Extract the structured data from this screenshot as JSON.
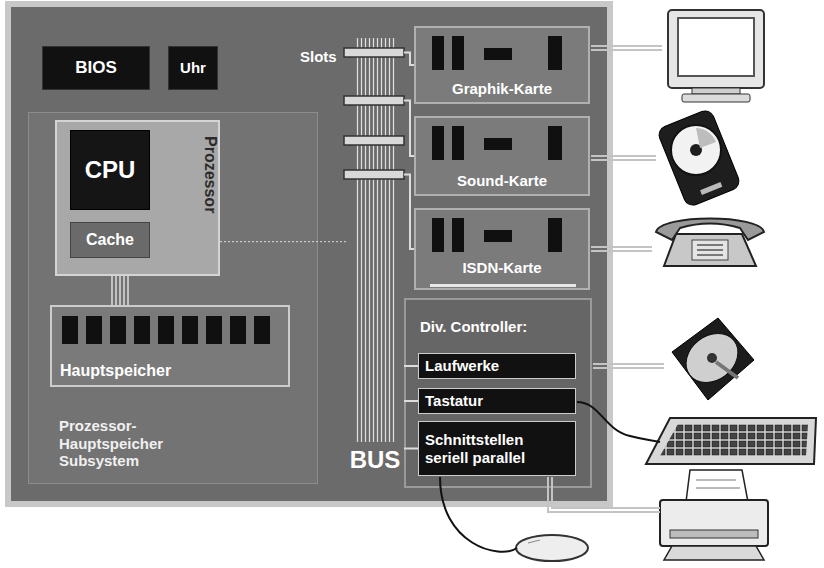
{
  "diagram": {
    "nodes": [
      {
        "text": [
          "BIOS"
        ]
      },
      {
        "text": [
          "Uhr"
        ]
      },
      {
        "text": [
          "Prozessor-Hauptspeicher Subsystem"
        ]
      },
      {
        "text": [
          "Prozessor"
        ],
        "in": 2
      },
      {
        "text": [
          "CPU"
        ],
        "in": 3
      },
      {
        "text": [
          "Cache"
        ],
        "in": 3
      },
      {
        "text": [
          "Hauptspeicher"
        ],
        "in": 2
      },
      {
        "text": [
          "BUS"
        ]
      },
      {
        "text": [
          "Graphik-Karte"
        ]
      },
      {
        "text": [
          "Sound-Karte"
        ]
      },
      {
        "text": [
          "ISDN-Karte"
        ]
      },
      {
        "text": [
          "Div. Controller:"
        ]
      },
      {
        "text": [
          "Laufwerke"
        ],
        "in": 11
      },
      {
        "text": [
          "Tastatur"
        ],
        "in": 11
      },
      {
        "text": [
          "Schnittstellen seriell parallel"
        ],
        "in": 11
      }
    ],
    "edges": [
      {
        "from": 3,
        "to": 7,
        "arrow": "none"
      },
      {
        "from": 7,
        "to": 8,
        "arrow": "none"
      },
      {
        "from": 7,
        "to": 9,
        "arrow": "none"
      },
      {
        "from": 7,
        "to": 10,
        "arrow": "none"
      },
      {
        "from": 7,
        "to": 12,
        "arrow": "none"
      },
      {
        "from": 7,
        "to": 13,
        "arrow": "none"
      },
      {
        "from": 7,
        "to": 14,
        "arrow": "none"
      }
    ],
    "labels": [
      "Slots"
    ]
  }
}
